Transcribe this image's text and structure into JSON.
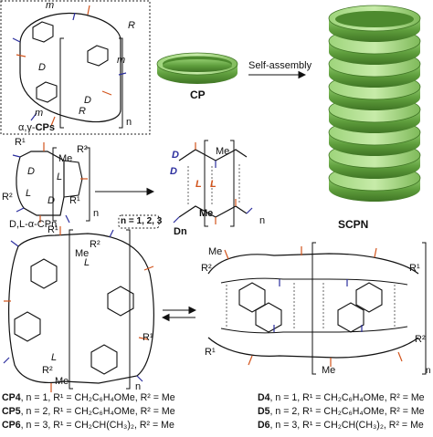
{
  "panel_alpha": {
    "label_prefix": "α,γ-",
    "label_strong": "CPs",
    "n": "n",
    "m_top": "m",
    "m_right": "m",
    "m_left": "m",
    "d_left": "D",
    "d_center": "D",
    "r_top": "R",
    "r_right": "R"
  },
  "rings": {
    "cp_label": "CP",
    "arrow_label": "Self-assembly",
    "scpn_label": "SCPN",
    "ring_color": "#6aa84f"
  },
  "panel_dl": {
    "label": "D,L-α-CPn",
    "n": "n",
    "n_values": "n = 1, 2, 3",
    "me": "Me",
    "r1_top": "R¹",
    "r2_top": "R²",
    "r1_bottom": "R¹",
    "r2_left": "R²",
    "d1": "D",
    "l1": "L",
    "l2": "L",
    "d2": "D"
  },
  "panel_dn": {
    "label": "Dn",
    "n": "n",
    "d_tl": "D",
    "d_bl": "D",
    "l_c1": "L",
    "l_c2": "L",
    "me_top": "Me",
    "me_bottom": "Me",
    "colors": {
      "orange": "#d2541c",
      "blue": "#2c2f9e"
    }
  },
  "panel_cp4": {
    "n": "n",
    "me_top": "Me",
    "me_bottom": "Me",
    "r1_top": "R¹",
    "r1_right": "R¹",
    "r2_top": "R²",
    "r2_bottom": "R²",
    "l_top": "L",
    "l_bottom": "L"
  },
  "panel_d4": {
    "n": "n",
    "me_top": "Me",
    "me_bottom": "Me",
    "r1_tr": "R¹",
    "r1_bl": "R¹",
    "r2_tl": "R²",
    "r2_br": "R²"
  },
  "legend_left": [
    {
      "id": "CP4",
      "text": ", n = 1, R¹ = CH₂C₆H₄OMe, R² = Me"
    },
    {
      "id": "CP5",
      "text": ", n = 2, R¹ = CH₂C₆H₄OMe, R² = Me"
    },
    {
      "id": "CP6",
      "text": ", n = 3, R¹ = CH₂CH(CH₃)₂, R² = Me"
    }
  ],
  "legend_right": [
    {
      "id": "D4",
      "text": ", n = 1, R¹ = CH₂C₆H₄OMe, R² = Me"
    },
    {
      "id": "D5",
      "text": ", n = 2, R¹ = CH₂C₆H₄OMe, R² = Me"
    },
    {
      "id": "D6",
      "text": ", n = 3, R¹ = CH₂CH(CH₃)₂, R² = Me"
    }
  ]
}
